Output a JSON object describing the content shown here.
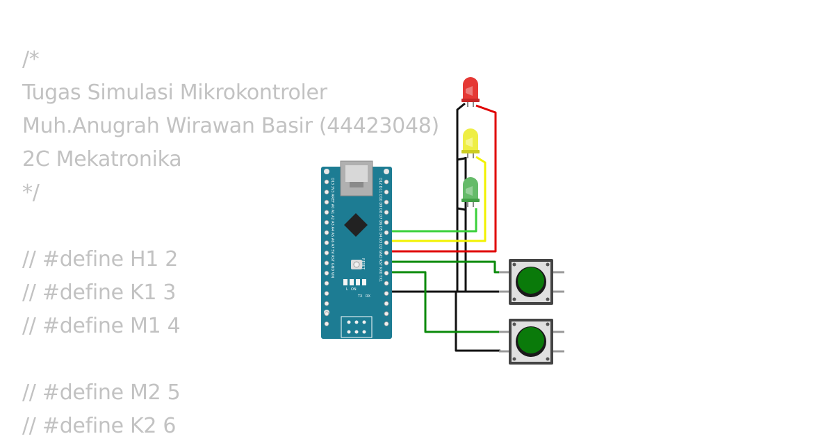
{
  "code_lines": [
    "/*",
    "Tugas Simulasi Mikrokontroler",
    "Muh.Anugrah Wirawan Basir (44423048)",
    "2C Mekatronika",
    "*/",
    "",
    "// #define H1 2",
    "// #define K1 3",
    "// #define M1 4",
    "",
    "// #define M2 5",
    "// #define K2 6"
  ],
  "board": {
    "name": "Arduino Nano",
    "reset_label": "RESET",
    "on_label": "ON",
    "l_label": "L",
    "tx_label": "TX",
    "rx_label": "RX",
    "left_pins_label": "D13 3V3 AREF A0  A1  A2  A3  A4  A5  A6  A7  5V  RST GND VIN",
    "right_pins_label": "D12 D11 D10 D9  D8  D7  D6  D5  D4  D3  D2  GND RST RX0 TX1"
  },
  "components": {
    "leds": [
      {
        "color_name": "red",
        "body_color": "#e53935"
      },
      {
        "color_name": "yellow",
        "body_color": "#eeee44"
      },
      {
        "color_name": "green",
        "body_color": "#66bb6a"
      }
    ],
    "buttons": [
      {
        "cap_color": "#0a7a0a"
      },
      {
        "cap_color": "#0a7a0a"
      }
    ]
  },
  "colors": {
    "board": "#1d7c93",
    "wire_red": "#e00000",
    "wire_yellow": "#f2f200",
    "wire_green_light": "#3ad03a",
    "wire_green_dark": "#0a8a0a",
    "wire_black": "#111111"
  }
}
